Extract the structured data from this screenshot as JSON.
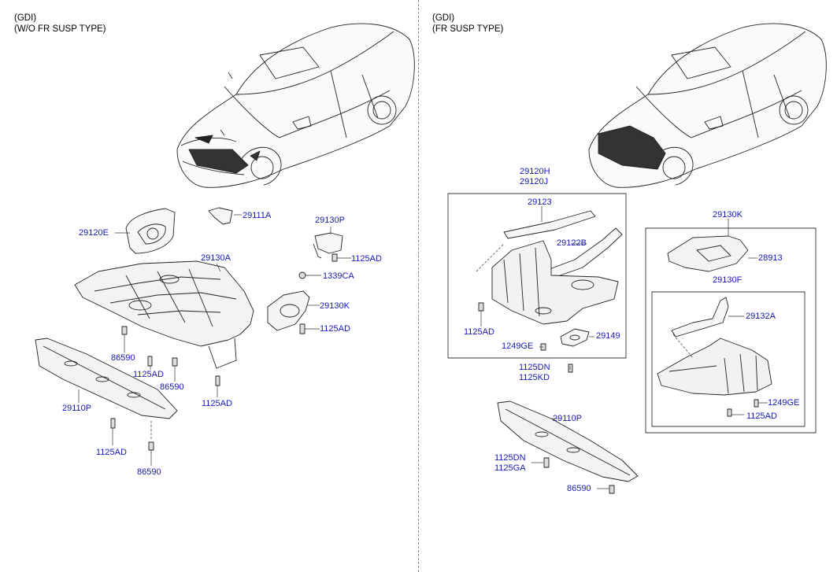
{
  "left_panel": {
    "header_line1": "(GDI)",
    "header_line2": "(W/O FR SUSP TYPE)",
    "labels": {
      "p29111A": "29111A",
      "p29120E": "29120E",
      "p29130P": "29130P",
      "p1125AD_a": "1125AD",
      "p29130A": "29130A",
      "p1339CA": "1339CA",
      "p29130K": "29130K",
      "p1125AD_b": "1125AD",
      "p86590_a": "86590",
      "p1125AD_c": "1125AD",
      "p86590_b": "86590",
      "p29110P": "29110P",
      "p1125AD_d": "1125AD",
      "p1125AD_e": "1125AD",
      "p86590_c": "86590"
    }
  },
  "right_panel": {
    "header_line1": "(GDI)",
    "header_line2": "(FR SUSP TYPE)",
    "labels": {
      "p29120H": "29120H",
      "p29120J": "29120J",
      "p29123": "29123",
      "p29122B": "29122B",
      "p1125AD_f": "1125AD",
      "p1249GE_a": "1249GE",
      "p29149": "29149",
      "p1125DN_a": "1125DN",
      "p1125KD": "1125KD",
      "p29130K_r": "29130K",
      "p28913": "28913",
      "p29130F": "29130F",
      "p29132A": "29132A",
      "p1249GE_b": "1249GE",
      "p1125AD_g": "1125AD",
      "p29110P_r": "29110P",
      "p1125DN_b": "1125DN",
      "p1125GA": "1125GA",
      "p86590_r": "86590"
    }
  },
  "colors": {
    "label": "#1818b8",
    "line": "#222222",
    "header": "#000000"
  }
}
